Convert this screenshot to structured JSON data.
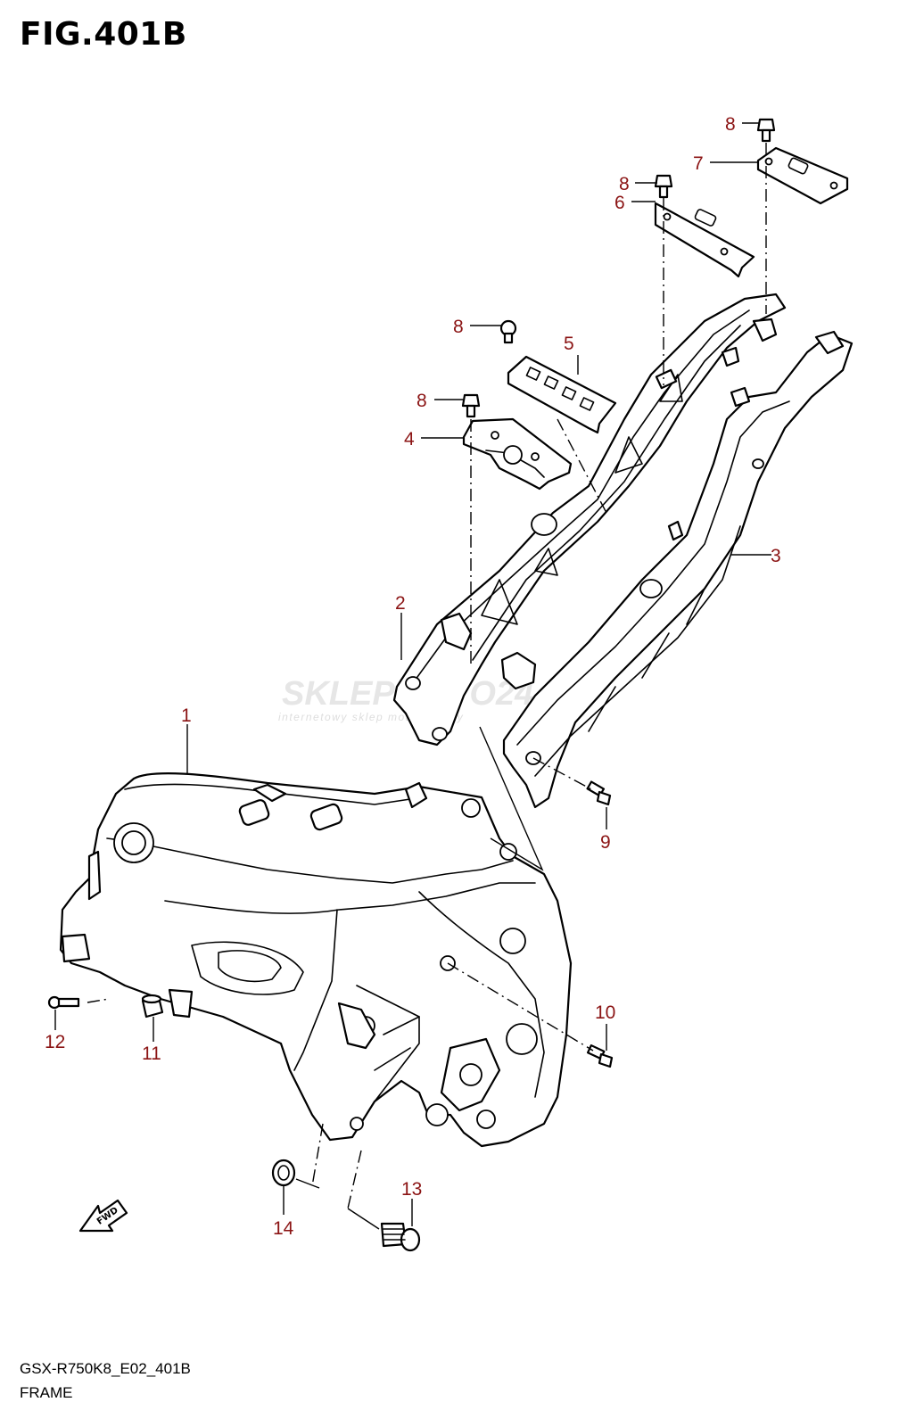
{
  "figure": {
    "title": "FIG.401B",
    "model_code": "GSX-R750K8_E02_401B",
    "name": "FRAME"
  },
  "callouts": [
    "1",
    "2",
    "3",
    "4",
    "5",
    "6",
    "7",
    "8",
    "8",
    "8",
    "8",
    "9",
    "10",
    "11",
    "12",
    "13",
    "14"
  ],
  "watermark": {
    "main": "SKLEPMOTO24.PL",
    "sub": "internetowy sklep motocyklowy"
  },
  "fwd_label": "FWD",
  "colors": {
    "callout": "#8b1414",
    "line": "#000000",
    "watermark": "#e6e6e6"
  }
}
